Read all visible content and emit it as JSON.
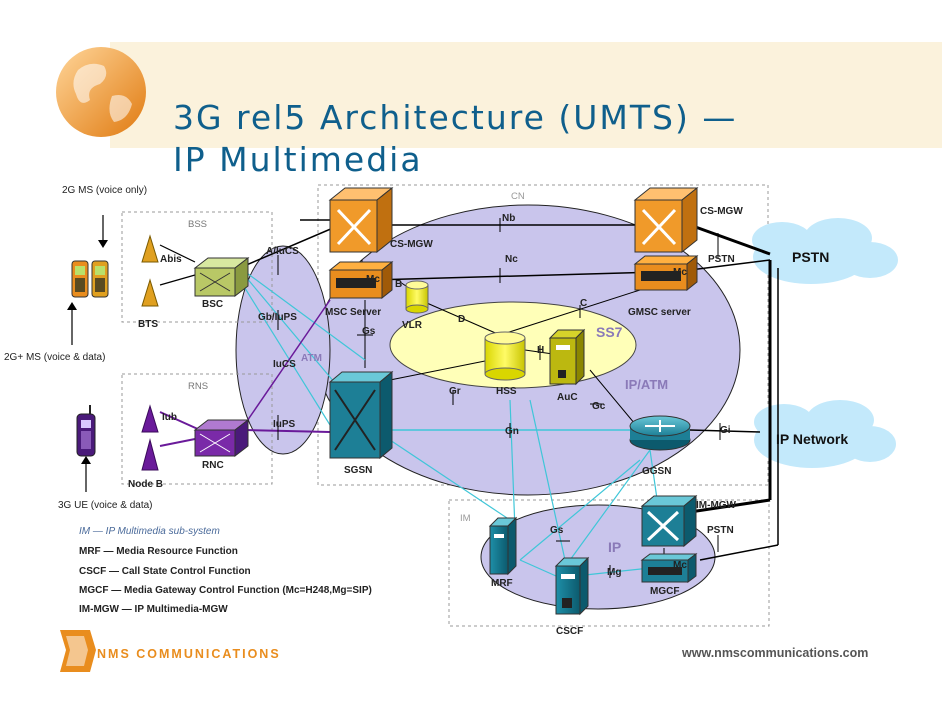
{
  "slide": {
    "title_line1": "3G rel5 Architecture (UMTS) —",
    "title_line2": "IP Multimedia",
    "url": "www.nmscommunications.com",
    "logo": "NMS COMMUNICATIONS"
  },
  "diagram": {
    "terminals": {
      "ms_2g": "2G MS (voice only)",
      "ms_2g_plus": "2G+ MS (voice & data)",
      "ue_3g": "3G UE (voice & data)"
    },
    "access": {
      "bss": "BSS",
      "abis": "Abis",
      "bsc": "BSC",
      "bts": "BTS",
      "rns": "RNS",
      "iub": "Iub",
      "rnc": "RNC",
      "node_b": "Node B"
    },
    "interfaces": {
      "a_iucs": "A/IuCS",
      "gb_iups": "Gb/IuPS",
      "iucs": "IuCS",
      "iups": "IuPS",
      "atm": "ATM",
      "nb": "Nb",
      "nc": "Nc",
      "mc": "Mc",
      "b": "B",
      "c": "C",
      "d": "D",
      "gs": "Gs",
      "gr": "Gr",
      "h": "H",
      "gc": "Gc",
      "gn": "Gn",
      "gi": "Gi",
      "mc2": "Mc",
      "pstn_if": "PSTN",
      "mc3": "Mc",
      "gs2": "Gs",
      "mg": "Mg",
      "pstn_if2": "PSTN"
    },
    "core": {
      "cn": "CN",
      "cs_mgw": "CS-MGW",
      "cs_mgw2": "CS-MGW",
      "msc_server": "MSC Server",
      "vlr": "VLR",
      "gmsc_server": "GMSC server",
      "ss7": "SS7",
      "hss": "HSS",
      "auc": "AuC",
      "ip_atm": "IP/ATM",
      "sgsn": "SGSN",
      "ggsn": "GGSN"
    },
    "im": {
      "im": "IM",
      "im_mgw": "IM-MGW",
      "ip": "IP",
      "mrf": "MRF",
      "cscf": "CSCF",
      "mgcf": "MGCF"
    },
    "clouds": {
      "pstn": "PSTN",
      "ip_network": "IP Network"
    }
  },
  "legend": {
    "im": "IM — IP Multimedia sub-system",
    "mrf": "MRF — Media Resource Function",
    "cscf": "CSCF — Call State Control Function",
    "mgcf": "MGCF — Media Gateway Control Function (Mc=H248,Mg=SIP)",
    "im_mgw": "IM-MGW — IP Multimedia-MGW"
  },
  "colors": {
    "title": "#0f5f8c",
    "accent_orange": "#e98d1e",
    "core_cloud": "#c9c5ec",
    "ss7_ellipse": "#ffffb8",
    "pstn_cloud": "#c3e9fb",
    "link_cyan": "#3fc6d8",
    "link_purple": "#6a1a9a"
  }
}
